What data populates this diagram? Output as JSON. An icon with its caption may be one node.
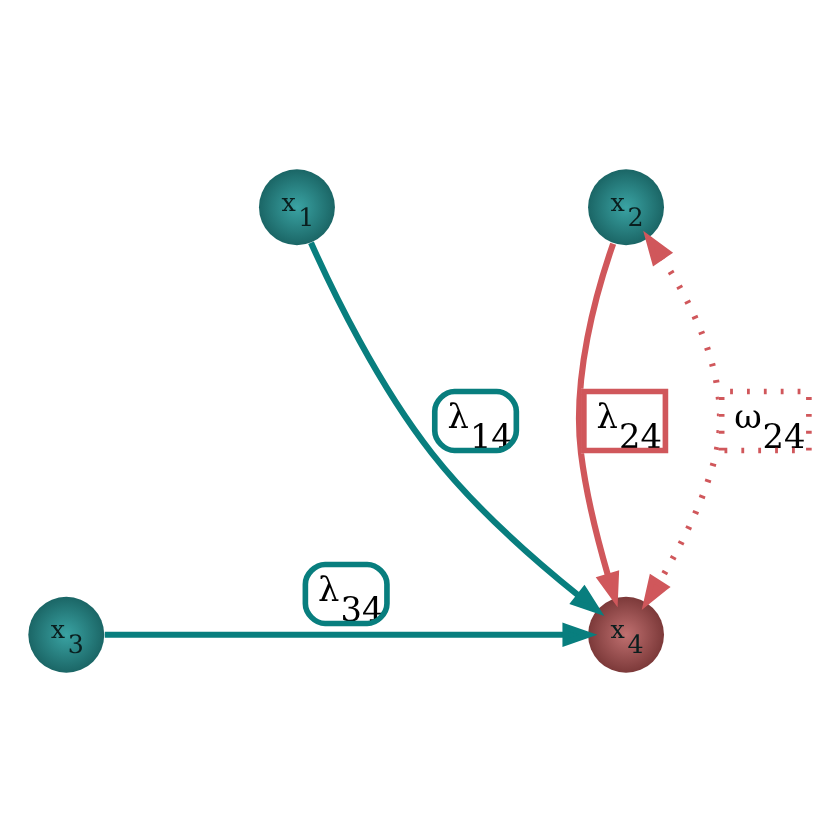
{
  "diagram": {
    "nodes": [
      {
        "text": [
          "x$_{1}$"
        ]
      },
      {
        "text": [
          "x$_{2}$"
        ]
      },
      {
        "text": [
          "x$_{3}$"
        ]
      },
      {
        "text": [
          "x$_{4}$"
        ]
      }
    ],
    "edges": [
      {
        "from": 0,
        "to": 3,
        "arrow": "to",
        "label": "λ$_{14}$"
      },
      {
        "from": 1,
        "to": 3,
        "arrow": "to",
        "label": "λ$_{24}$",
        "color": "#d0575b"
      },
      {
        "from": 1,
        "to": 3,
        "arrow": "both",
        "label": "ω$_{24}$",
        "style": "dashed",
        "color": "#d0575b"
      },
      {
        "from": 2,
        "to": 3,
        "arrow": "to",
        "label": "λ$_{34}$"
      }
    ]
  }
}
